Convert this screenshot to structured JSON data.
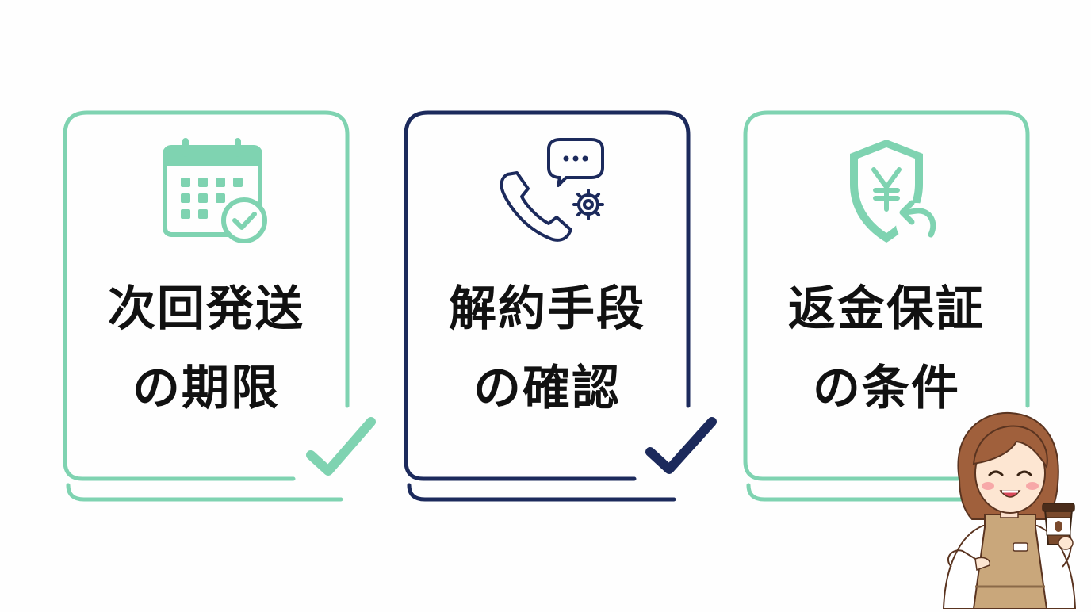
{
  "colors": {
    "green": "#7fd3b1",
    "navy": "#1c2a5c",
    "text": "#111111"
  },
  "cards": [
    {
      "line1": "次回発送",
      "line2": "の期限",
      "icon": "calendar-check-icon",
      "accent": "green"
    },
    {
      "line1": "解約手段",
      "line2": "の確認",
      "icon": "phone-chat-gear-icon",
      "accent": "navy"
    },
    {
      "line1": "返金保証",
      "line2": "の条件",
      "icon": "yen-shield-refund-icon",
      "accent": "green"
    }
  ],
  "mascot": {
    "name": "barista-character"
  }
}
